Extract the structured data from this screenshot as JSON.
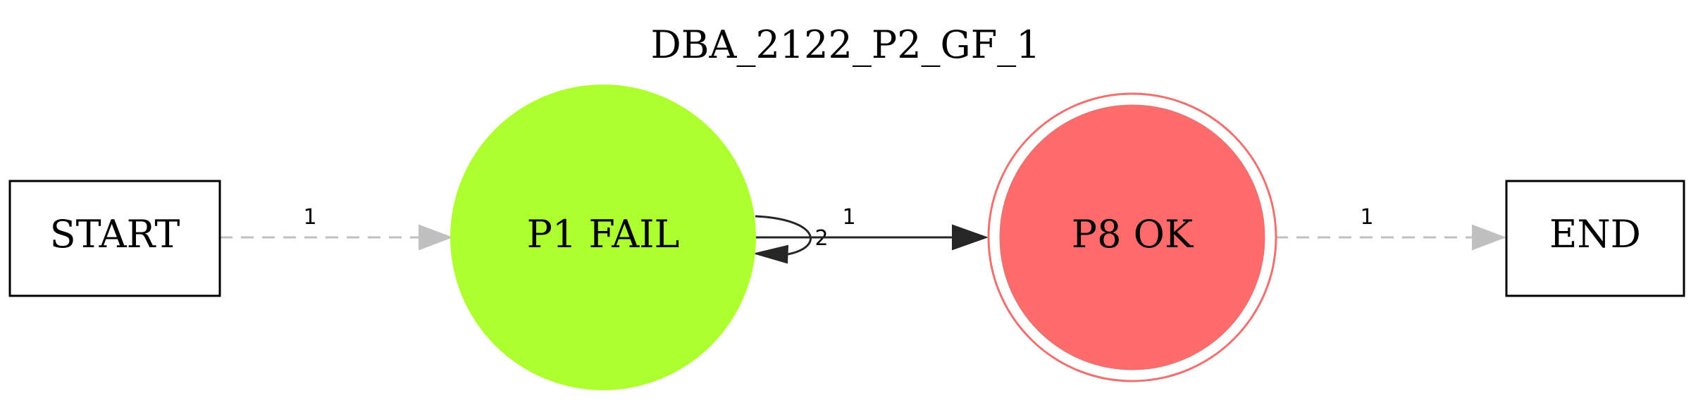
{
  "diagram": {
    "title": "DBA_2122_P2_GF_1",
    "nodes": {
      "start": {
        "label": "START",
        "shape": "box",
        "color": "#000000"
      },
      "p1": {
        "label": "P1 FAIL",
        "shape": "circle",
        "fill": "#adff2f"
      },
      "p8": {
        "label": "P8 OK",
        "shape": "doublecircle",
        "fill": "#ff6b6b",
        "stroke": "#f07070"
      },
      "end": {
        "label": "END",
        "shape": "box",
        "color": "#000000"
      }
    },
    "edges": {
      "start_p1": {
        "from": "START",
        "to": "P1 FAIL",
        "label": "1",
        "style": "dashed",
        "color": "#c0c0c0"
      },
      "p1_self": {
        "from": "P1 FAIL",
        "to": "P1 FAIL",
        "label": "2",
        "style": "solid",
        "color": "#262626"
      },
      "p1_p8": {
        "from": "P1 FAIL",
        "to": "P8 OK",
        "label": "1",
        "style": "solid",
        "color": "#262626"
      },
      "p8_end": {
        "from": "P8 OK",
        "to": "END",
        "label": "1",
        "style": "dashed",
        "color": "#c0c0c0"
      }
    }
  }
}
